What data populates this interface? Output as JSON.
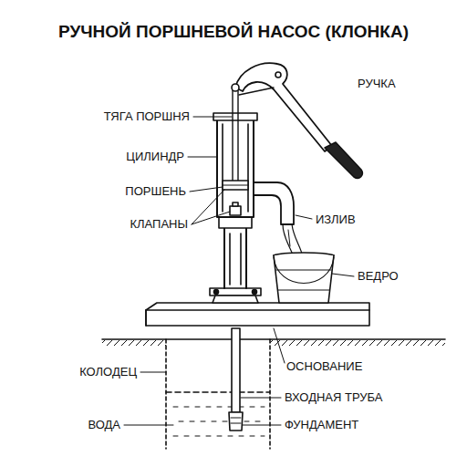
{
  "diagram": {
    "title": "РУЧНОЙ ПОРШНЕВОЙ НАСОС (КЛОНКА)",
    "labels": [
      "РУЧКА",
      "ТЯГА ПОРШНЯ",
      "ЦИЛИНДР",
      "ПОРШЕНЬ",
      "КЛАПАНЫ",
      "ИЗЛИВ",
      "ВЕДРО",
      "КОЛОДЕЦ",
      "ОСНОВАНИЕ",
      "ВХОДНАЯ ТРУБА",
      "ВОДА",
      "ФУНДАМЕНТ"
    ]
  }
}
